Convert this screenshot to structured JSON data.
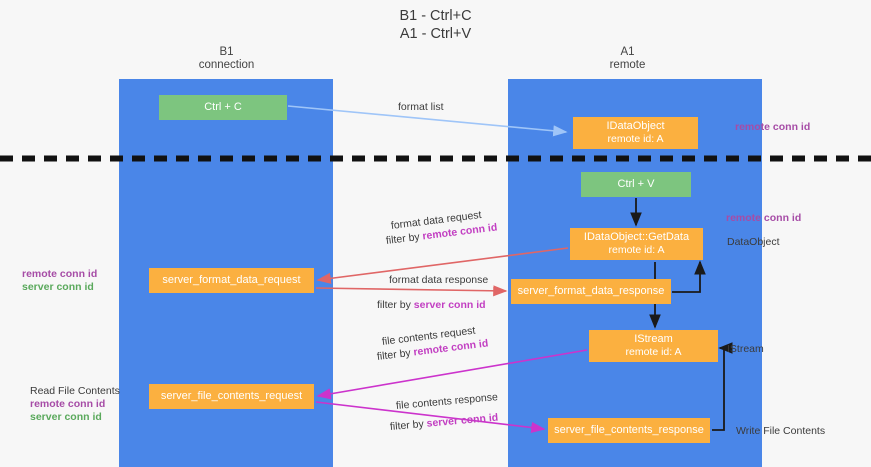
{
  "title": {
    "line1": "B1 - Ctrl+C",
    "line2": "A1 - Ctrl+V"
  },
  "lanes": [
    {
      "name": "B1",
      "role": "connection",
      "color": "#4a86e8"
    },
    {
      "name": "A1",
      "role": "remote",
      "color": "#4a86e8"
    }
  ],
  "nodes": {
    "ctrl_c": {
      "label": "Ctrl + C",
      "color": "#7dc57f"
    },
    "ido_top": {
      "label": "IDataObject",
      "sub": "remote id: A",
      "color": "#fbb040"
    },
    "ctrl_v": {
      "label": "Ctrl + V",
      "color": "#7dc57f"
    },
    "get_data": {
      "label": "IDataObject::GetData",
      "sub": "remote id: A",
      "color": "#fbb040"
    },
    "server_format_data_request": {
      "label": "server_format_data_request",
      "color": "#fbb040"
    },
    "server_format_data_response": {
      "label": "server_format_data_response",
      "color": "#fbb040"
    },
    "istream": {
      "label": "IStream",
      "sub": "remote id: A",
      "color": "#fbb040"
    },
    "server_file_contents_request": {
      "label": "server_file_contents_request",
      "color": "#fbb040"
    },
    "server_file_contents_response": {
      "label": "server_file_contents_response",
      "color": "#fbb040"
    }
  },
  "edges": {
    "format_list": "format list",
    "format_data_request": "format data request",
    "format_data_request_filter_prefix": "filter by ",
    "format_data_request_filter_key": "remote conn id",
    "format_data_response": "format data response",
    "format_data_response_filter_prefix": "filter by ",
    "format_data_response_filter_key": "server conn id",
    "file_contents_request": "file contents request",
    "file_contents_request_filter_prefix": "filter by ",
    "file_contents_request_filter_key": "remote conn id",
    "file_contents_response": "file contents response",
    "file_contents_response_filter_prefix": "filter by ",
    "file_contents_response_filter_key": "server conn id"
  },
  "annotations": {
    "remote_conn_id": "remote conn id",
    "server_conn_id": "server conn id",
    "read_file_contents": "Read File Contents",
    "data_object": "DataObject",
    "istream": "IStream",
    "write_file_contents": "Write File Contents"
  },
  "colors": {
    "lane": "#4a86e8",
    "green_node": "#7dc57f",
    "orange_node": "#fbb040",
    "purple_text": "#a64ca6",
    "green_text": "#5aa95c",
    "arrow_blue": "#9fc5f8",
    "arrow_red": "#e06666",
    "arrow_magenta": "#cc33cc",
    "arrow_black": "#1a1a1a",
    "background": "#f7f7f7"
  }
}
